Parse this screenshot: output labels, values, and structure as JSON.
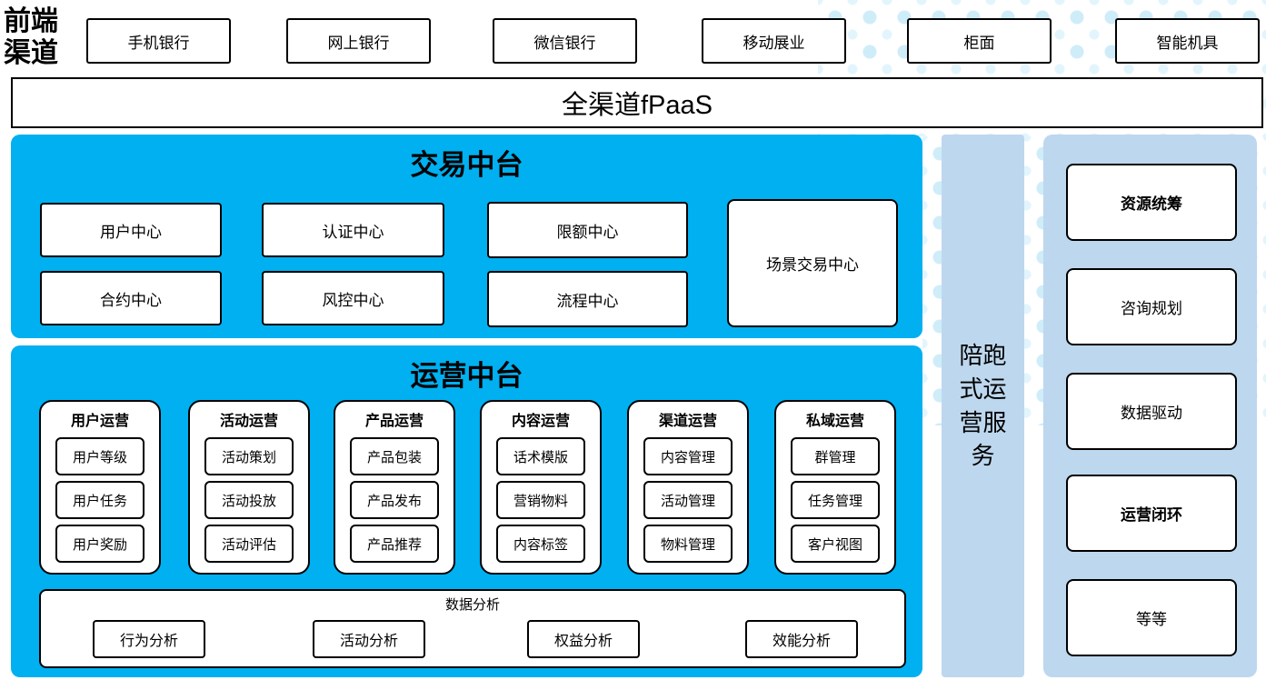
{
  "colors": {
    "platform_blue": "#00B0F0",
    "light_blue": "#BDD7EE",
    "dot_blue": "#CFECF9"
  },
  "front_channels": {
    "label": "前端渠道",
    "items": [
      "手机银行",
      "网上银行",
      "微信银行",
      "移动展业",
      "柜面",
      "智能机具"
    ]
  },
  "fpaas": {
    "label": "全渠道fPaaS"
  },
  "trade_platform": {
    "title": "交易中台",
    "row1": [
      "用户中心",
      "认证中心",
      "限额中心"
    ],
    "row2": [
      "合约中心",
      "风控中心",
      "流程中心"
    ],
    "side_box": "场景交易中心"
  },
  "operation_platform": {
    "title": "运营中台",
    "groups": [
      {
        "title": "用户运营",
        "items": [
          "用户等级",
          "用户任务",
          "用户奖励"
        ]
      },
      {
        "title": "活动运营",
        "items": [
          "活动策划",
          "活动投放",
          "活动评估"
        ]
      },
      {
        "title": "产品运营",
        "items": [
          "产品包装",
          "产品发布",
          "产品推荐"
        ]
      },
      {
        "title": "内容运营",
        "items": [
          "话术模版",
          "营销物料",
          "内容标签"
        ]
      },
      {
        "title": "渠道运营",
        "items": [
          "内容管理",
          "活动管理",
          "物料管理"
        ]
      },
      {
        "title": "私域运营",
        "items": [
          "群管理",
          "任务管理",
          "客户视图"
        ]
      }
    ],
    "data_analysis": {
      "title": "数据分析",
      "items": [
        "行为分析",
        "活动分析",
        "权益分析",
        "效能分析"
      ]
    }
  },
  "side_service": {
    "label": "陪跑式运营服务"
  },
  "right_panel": {
    "items": [
      {
        "label": "资源统筹",
        "bold": true
      },
      {
        "label": "咨询规划",
        "bold": false
      },
      {
        "label": "数据驱动",
        "bold": false
      },
      {
        "label": "运营闭环",
        "bold": true
      },
      {
        "label": "等等",
        "bold": false
      }
    ]
  }
}
